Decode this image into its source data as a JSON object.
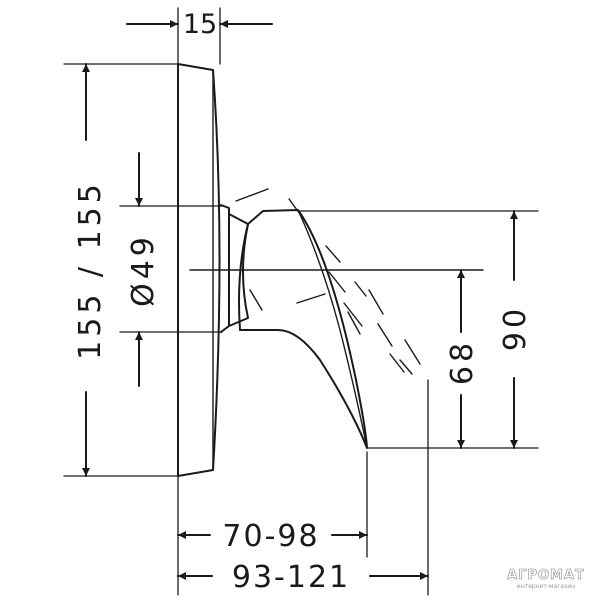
{
  "dimensions": {
    "top_width": "15",
    "plate_height": "155 / 155",
    "diameter": "Ø49",
    "handle_axis_height": "68",
    "handle_height": "90",
    "projection_short": "70-98",
    "projection_long": "93-121"
  },
  "watermark": {
    "brand": "АГРОМАТ",
    "subtitle": "интернет-магазин"
  },
  "colors": {
    "line": "#1a1a1a",
    "background": "#ffffff",
    "watermark": "#8a8a8a"
  }
}
